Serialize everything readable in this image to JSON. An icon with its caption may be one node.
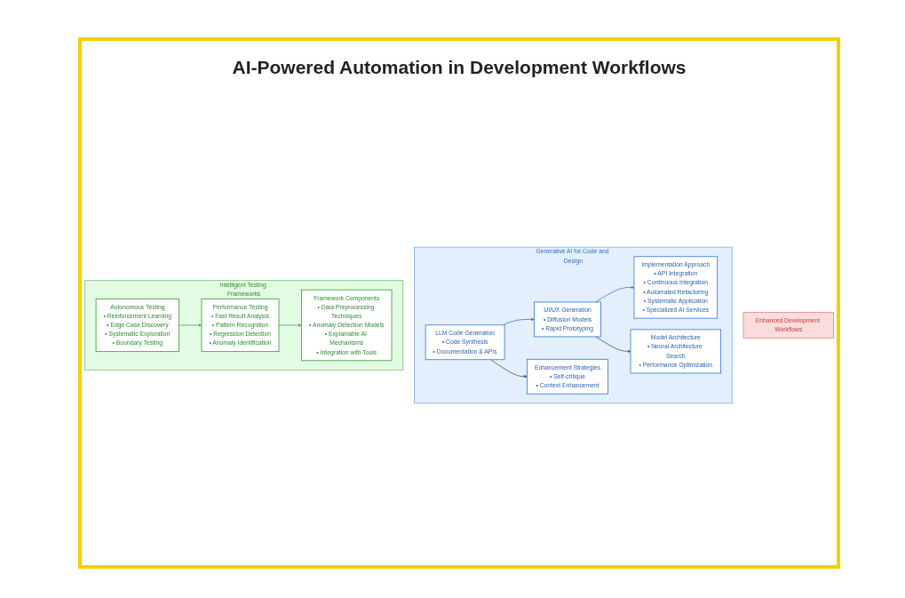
{
  "diagram": {
    "title": "AI-Powered Automation in Development Workflows",
    "nodes": [
      {
        "text": [
          "Generative AI for Code and Design"
        ]
      },
      {
        "text": [
          "LLM Code Generation",
          "• Code Synthesis",
          "• Documentation & APIs"
        ],
        "in": 0
      },
      {
        "text": [
          "UI/UX Generation",
          "• Diffusion Models",
          "• Rapid Prototyping"
        ],
        "in": 0
      },
      {
        "text": [
          "Implementation Approach",
          "• API Integration",
          "• Continuous Integration",
          "• Automated Refactoring",
          "• Systematic Application",
          "• Specialized AI Services"
        ],
        "in": 0
      },
      {
        "text": [
          "Enhancement Strategies",
          "• Self-critique",
          "• Context Enhancement"
        ],
        "in": 0
      },
      {
        "text": [
          "Model Architecture",
          "• Neural Architecture Search",
          "• Performance Optimization"
        ],
        "in": 0
      },
      {
        "text": [
          "Intelligent Testing Frameworks"
        ]
      },
      {
        "text": [
          "Autonomous Testing",
          "• Reinforcement Learning",
          "• Edge Case Discovery",
          "• Systematic Exploration",
          "• Boundary Testing"
        ],
        "in": 6
      },
      {
        "text": [
          "Performance Testing",
          "• Fast Result Analysis",
          "• Pattern Recognition",
          "• Regression Detection",
          "• Anomaly Identification"
        ],
        "in": 6
      },
      {
        "text": [
          "Framework Components",
          "• Data Preprocessing Techniques",
          "• Anomaly Detection Models",
          "• Explainable AI Mechanisms",
          "• Integration with Tools"
        ],
        "in": 6
      },
      {
        "text": [
          "Enhanced Development Workflows"
        ]
      }
    ],
    "edges": [
      {
        "from": 1,
        "to": 2,
        "arrow": "to",
        "color": "#3a7bd5"
      },
      {
        "from": 2,
        "to": 3,
        "arrow": "to",
        "color": "#3a7bd5"
      },
      {
        "from": 1,
        "to": 4,
        "arrow": "to",
        "color": "#555555"
      },
      {
        "from": 2,
        "to": 5,
        "arrow": "to",
        "color": "#555555"
      },
      {
        "from": 7,
        "to": 8,
        "arrow": "to",
        "color": "#4caf50"
      },
      {
        "from": 8,
        "to": 9,
        "arrow": "to",
        "color": "#4caf50"
      }
    ]
  }
}
